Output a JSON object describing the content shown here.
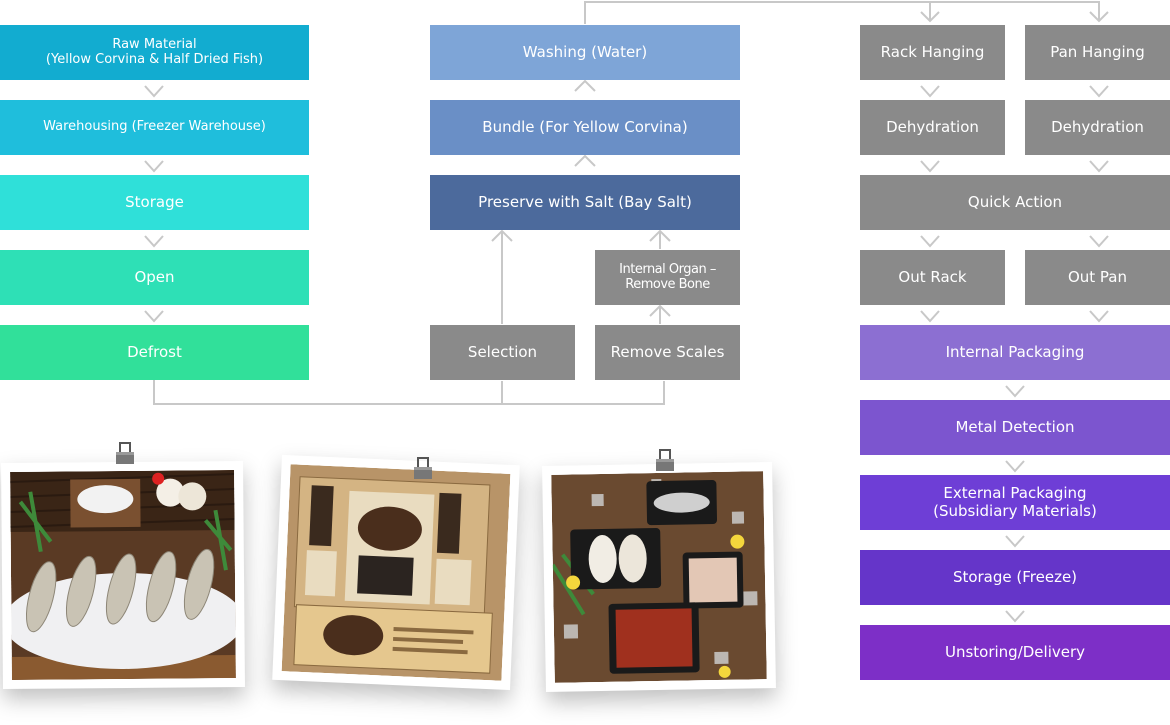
{
  "colors": {
    "connector": "#c8c8c8",
    "gray": "#8a8a8a"
  },
  "col1": [
    {
      "lines": [
        "Raw Material",
        "(Yellow Corvina & Half Dried Fish)"
      ],
      "color": "#12acd0"
    },
    {
      "lines": [
        "Warehousing (Freezer Warehouse)"
      ],
      "color": "#1fbedc"
    },
    {
      "lines": [
        "Storage"
      ],
      "color": "#2fe0d9"
    },
    {
      "lines": [
        "Open"
      ],
      "color": "#2ee0b6"
    },
    {
      "lines": [
        "Defrost"
      ],
      "color": "#31e09a"
    }
  ],
  "col2": {
    "washing": {
      "label": "Washing (Water)",
      "color": "#7ea5d7"
    },
    "bundle": {
      "label": "Bundle (For Yellow Corvina)",
      "color": "#6a8fc6"
    },
    "preserve": {
      "label": "Preserve with Salt (Bay Salt)",
      "color": "#4c6a9c"
    },
    "internal_organ": {
      "lines": [
        "Internal Organ –",
        "Remove Bone"
      ]
    },
    "selection": {
      "label": "Selection"
    },
    "remove_scales": {
      "label": "Remove Scales"
    }
  },
  "col3": {
    "rack_hanging": "Rack Hanging",
    "pan_hanging": "Pan Hanging",
    "dehydration_left": "Dehydration",
    "dehydration_right": "Dehydration",
    "quick_action": "Quick Action",
    "out_rack": "Out Rack",
    "out_pan": "Out Pan",
    "purple_steps": [
      {
        "lines": [
          "Internal Packaging"
        ],
        "color": "#8c6fd2"
      },
      {
        "lines": [
          "Metal Detection"
        ],
        "color": "#7c55cf"
      },
      {
        "lines": [
          "External Packaging",
          "(Subsidiary Materials)"
        ],
        "color": "#6e3ed6"
      },
      {
        "lines": [
          "Storage (Freeze)"
        ],
        "color": "#6535c9"
      },
      {
        "lines": [
          "Unstoring/Delivery"
        ],
        "color": "#7d2fc7"
      }
    ]
  },
  "photos": [
    {
      "subject": "salted-yellow-corvina-fish-photo"
    },
    {
      "subject": "gift-box-package-photo"
    },
    {
      "subject": "packaged-fish-trays-photo"
    }
  ]
}
